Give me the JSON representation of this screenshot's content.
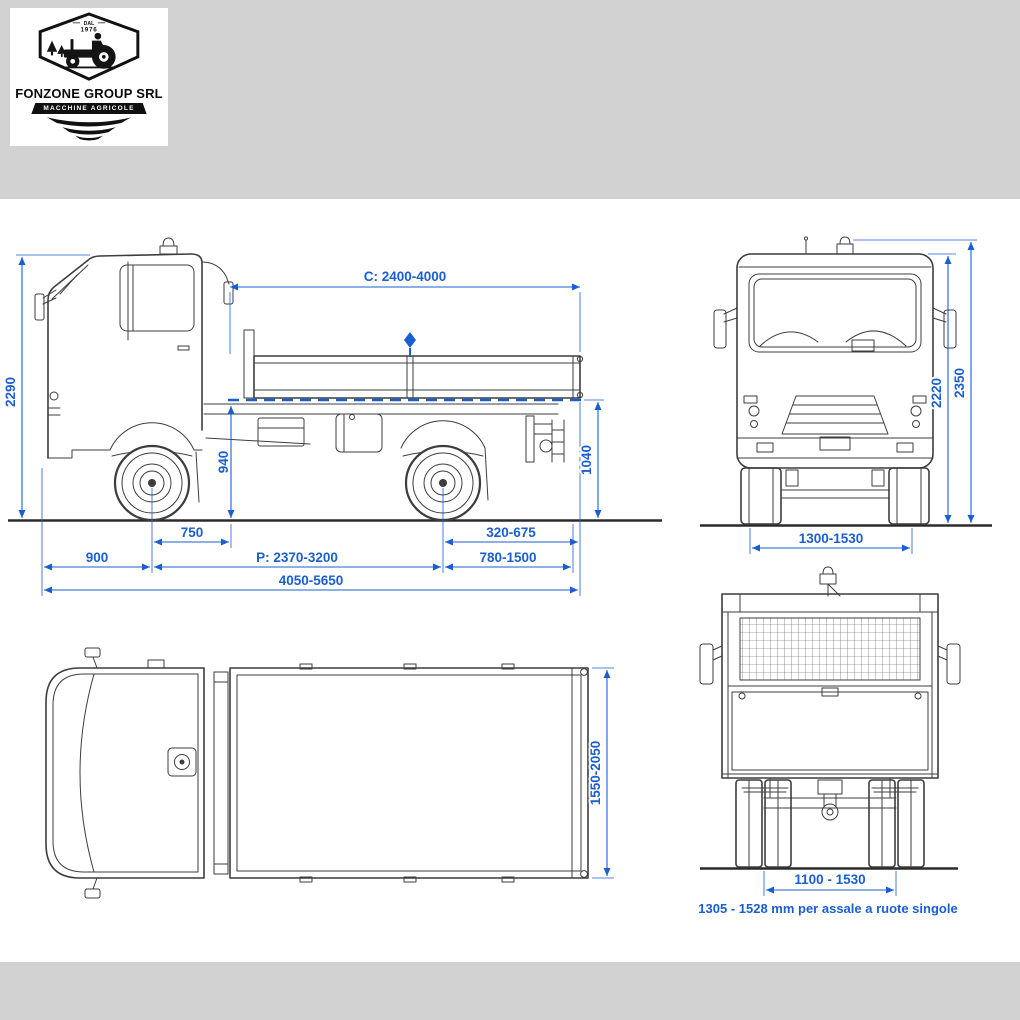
{
  "page": {
    "background_color": "#d2d2d2",
    "panel_color": "#ffffff"
  },
  "colors": {
    "dimension_blue": "#1a5fd2",
    "drawing_line_gray": "#3d3d3d",
    "logo_black": "#111111"
  },
  "logo": {
    "company": "FONZONE GROUP SRL",
    "tagline": "MACCHINE AGRICOLE",
    "since_label": "DAL",
    "since_year": "1976"
  },
  "diagram": {
    "views": {
      "side": {
        "dimensions": {
          "bed_length": "C: 2400-4000",
          "overall_height": "2290",
          "frame_height": "940",
          "bed_floor_height": "1040",
          "front_axle_to_bed": "750",
          "axle_to_frame_end": "320-675",
          "front_overhang": "900",
          "wheelbase": "P: 2370-3200",
          "rear_overhang": "780-1500",
          "overall_length": "4050-5650"
        }
      },
      "front": {
        "dimensions": {
          "cab_height": "2220",
          "overall_height": "2350",
          "track_width": "1300-1530"
        }
      },
      "top": {
        "dimensions": {
          "body_width": "1550-2050"
        }
      },
      "rear": {
        "dimensions": {
          "track_width": "1100 - 1530"
        },
        "note": "1305 - 1528 mm per assale a ruote singole"
      }
    }
  }
}
